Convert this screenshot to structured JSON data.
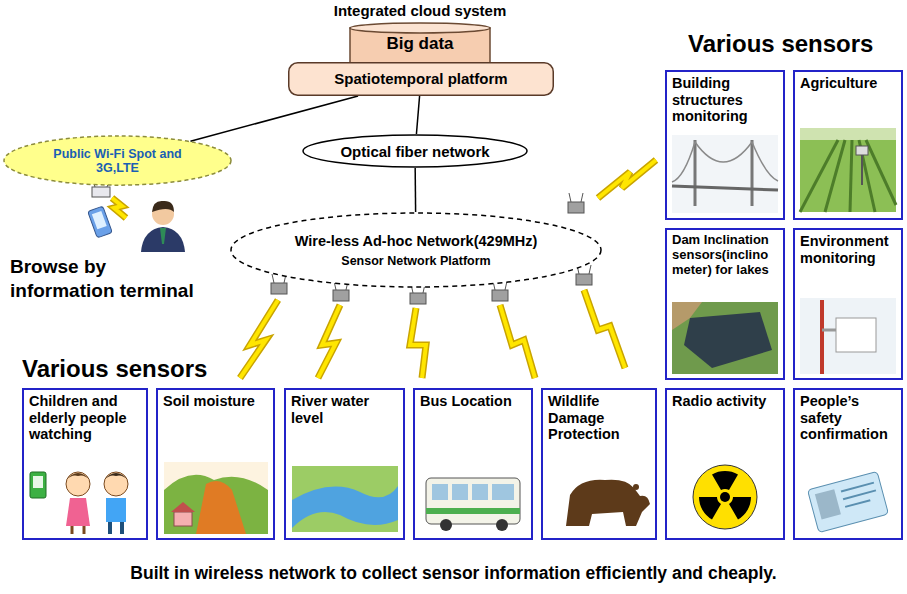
{
  "diagram": {
    "caption": "Built in wireless network to collect sensor information efficiently and cheaply.",
    "nodes": [
      {
        "text": [
          "Integrated cloud system",
          "Big data"
        ]
      },
      {
        "text": [
          "Spatiotemporal platform"
        ]
      },
      {
        "text": [
          "Public Wi-Fi Spot and 3G,LTE"
        ]
      },
      {
        "text": [
          "Optical fiber network"
        ]
      },
      {
        "text": [
          "Wire-less Ad-hoc Network(429MHz)",
          "Sensor Network Platform"
        ]
      },
      {
        "text": [
          "Building structures monitoring"
        ]
      },
      {
        "text": [
          "Agriculture"
        ]
      },
      {
        "text": [
          "Dam Inclination sensors(inclinometer) for lakes"
        ]
      },
      {
        "text": [
          "Environment monitoring"
        ]
      },
      {
        "text": [
          "Children and elderly people watching"
        ]
      },
      {
        "text": [
          "Soil moisture"
        ]
      },
      {
        "text": [
          "River water level"
        ]
      },
      {
        "text": [
          "Bus Location"
        ]
      },
      {
        "text": [
          "Wildlife Damage Protection"
        ]
      },
      {
        "text": [
          "Radio activity"
        ]
      },
      {
        "text": [
          "People’s safety confirmation"
        ]
      }
    ],
    "edges": [
      {
        "from": 1,
        "to": 2,
        "arrow": "none"
      },
      {
        "from": 1,
        "to": 3,
        "arrow": "none"
      },
      {
        "from": 3,
        "to": 4,
        "arrow": "none"
      }
    ],
    "labels": [
      "Various sensors",
      "Various sensors",
      "Browse by information terminal"
    ]
  }
}
